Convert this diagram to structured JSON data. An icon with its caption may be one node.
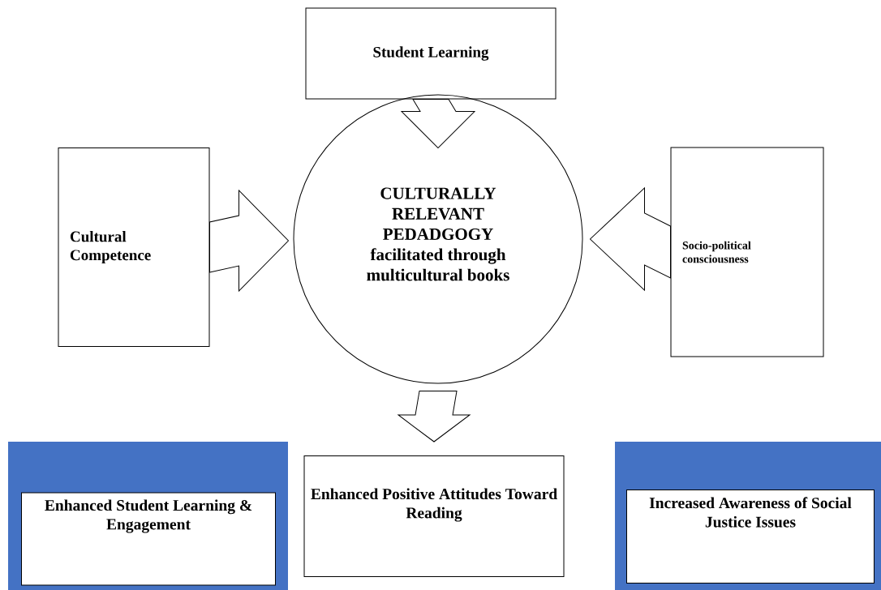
{
  "diagram": {
    "nodes": [
      {
        "text": [
          "Student Learning"
        ]
      },
      {
        "text": [
          "Cultural Competence"
        ]
      },
      {
        "text": [
          "CULTURALLY RELEVANT PEDADGOGY",
          "facilitated through multicultural books"
        ]
      },
      {
        "text": [
          "Socio-political consciousness"
        ]
      },
      {
        "text": [
          "Enhanced Student Learning & Engagement"
        ]
      },
      {
        "text": [
          "Enhanced Positive Attitudes Toward Reading"
        ]
      },
      {
        "text": [
          "Increased Awareness of Social Justice Issues"
        ]
      }
    ],
    "edges": [
      {
        "from": 0,
        "to": 2,
        "arrow": "to"
      },
      {
        "from": 1,
        "to": 2,
        "arrow": "to"
      },
      {
        "from": 3,
        "to": 2,
        "arrow": "to"
      },
      {
        "from": 2,
        "to": 5,
        "arrow": "to"
      }
    ]
  }
}
